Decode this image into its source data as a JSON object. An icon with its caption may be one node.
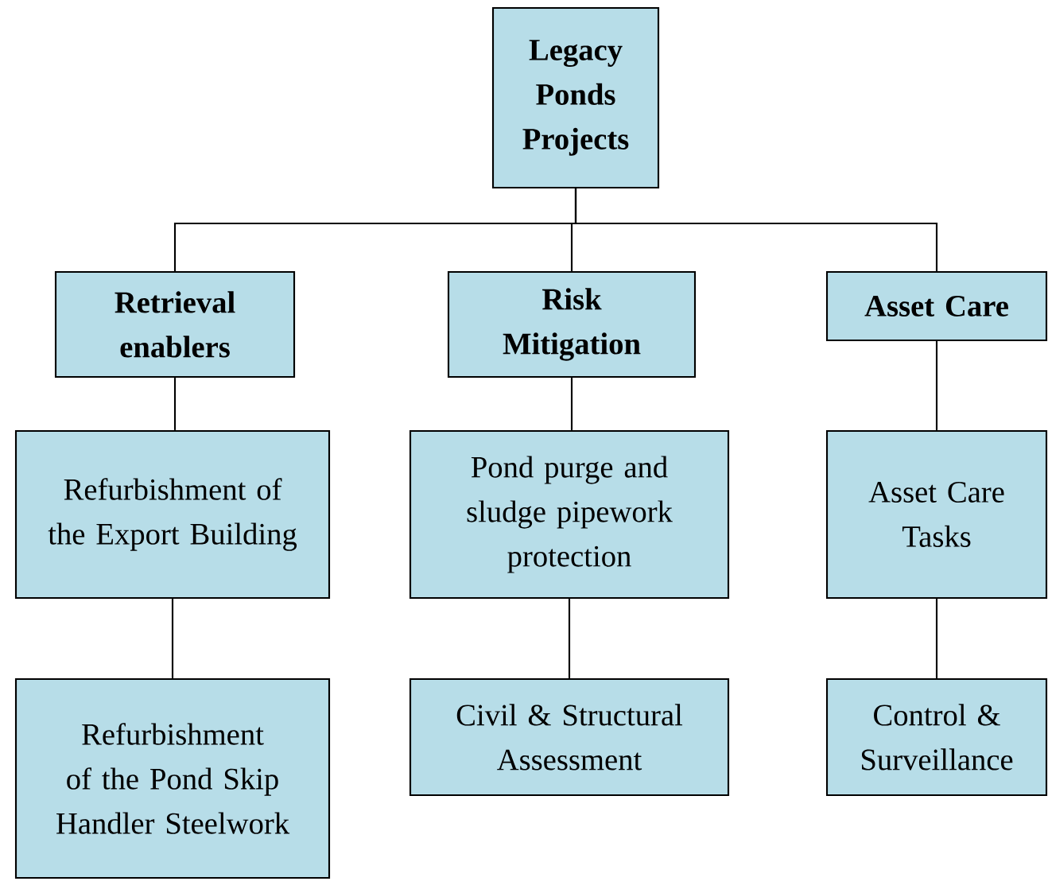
{
  "diagram": {
    "nodes": [
      {
        "text": [
          "Legacy Ponds Projects"
        ]
      },
      {
        "text": [
          "Retrieval enablers"
        ]
      },
      {
        "text": [
          "Risk Mitigation"
        ]
      },
      {
        "text": [
          "Asset Care"
        ]
      },
      {
        "text": [
          "Refurbishment of the Export Building"
        ]
      },
      {
        "text": [
          "Pond purge and sludge pipework protection"
        ]
      },
      {
        "text": [
          "Asset Care Tasks"
        ]
      },
      {
        "text": [
          "Refurbishment of the Pond Skip Handler Steelwork"
        ]
      },
      {
        "text": [
          "Civil & Structural Assessment"
        ]
      },
      {
        "text": [
          "Control & Surveillance"
        ]
      }
    ],
    "edges": [
      {
        "from": 0,
        "to": 1,
        "arrow": "none"
      },
      {
        "from": 0,
        "to": 2,
        "arrow": "none"
      },
      {
        "from": 0,
        "to": 3,
        "arrow": "none"
      },
      {
        "from": 1,
        "to": 4,
        "arrow": "none"
      },
      {
        "from": 4,
        "to": 7,
        "arrow": "none"
      },
      {
        "from": 2,
        "to": 5,
        "arrow": "none"
      },
      {
        "from": 5,
        "to": 8,
        "arrow": "none"
      },
      {
        "from": 3,
        "to": 6,
        "arrow": "none"
      },
      {
        "from": 6,
        "to": 9,
        "arrow": "none"
      }
    ]
  }
}
